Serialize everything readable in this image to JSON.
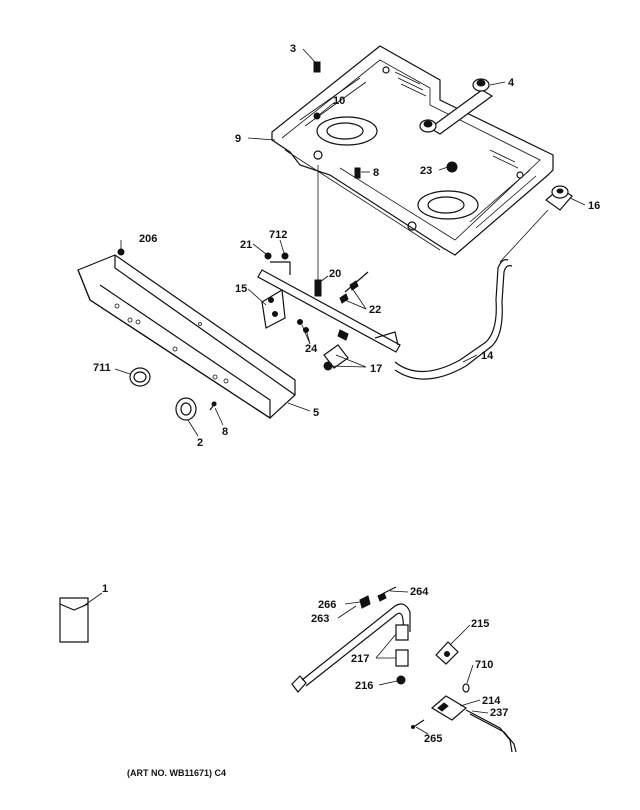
{
  "labels": {
    "l3": "3",
    "l4": "4",
    "l10": "10",
    "l9": "9",
    "l8a": "8",
    "l23": "23",
    "l16": "16",
    "l206": "206",
    "l21": "21",
    "l712": "712",
    "l20": "20",
    "l15": "15",
    "l22": "22",
    "l24": "24",
    "l17": "17",
    "l14": "14",
    "l711": "711",
    "l5": "5",
    "l2": "2",
    "l8b": "8",
    "l1": "1",
    "l264": "264",
    "l266": "266",
    "l263": "263",
    "l215": "215",
    "l217": "217",
    "l710": "710",
    "l216": "216",
    "l214": "214",
    "l237": "237",
    "l265": "265"
  },
  "caption": "(ART NO. WB11671) C4"
}
